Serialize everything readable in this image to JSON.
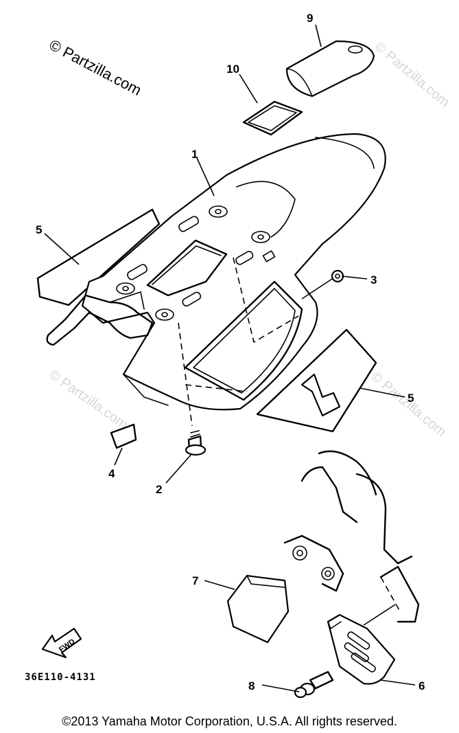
{
  "watermark": {
    "main": "© Partzilla.com",
    "faint": "© Partzilla.com"
  },
  "callouts": [
    "1",
    "2",
    "3",
    "4",
    "5",
    "5",
    "6",
    "7",
    "8",
    "9",
    "10"
  ],
  "direction_label": "FWD",
  "diagram_code": "36E110-4131",
  "copyright": "©2013  Yamaha Motor Corporation, U.S.A. All rights reserved."
}
